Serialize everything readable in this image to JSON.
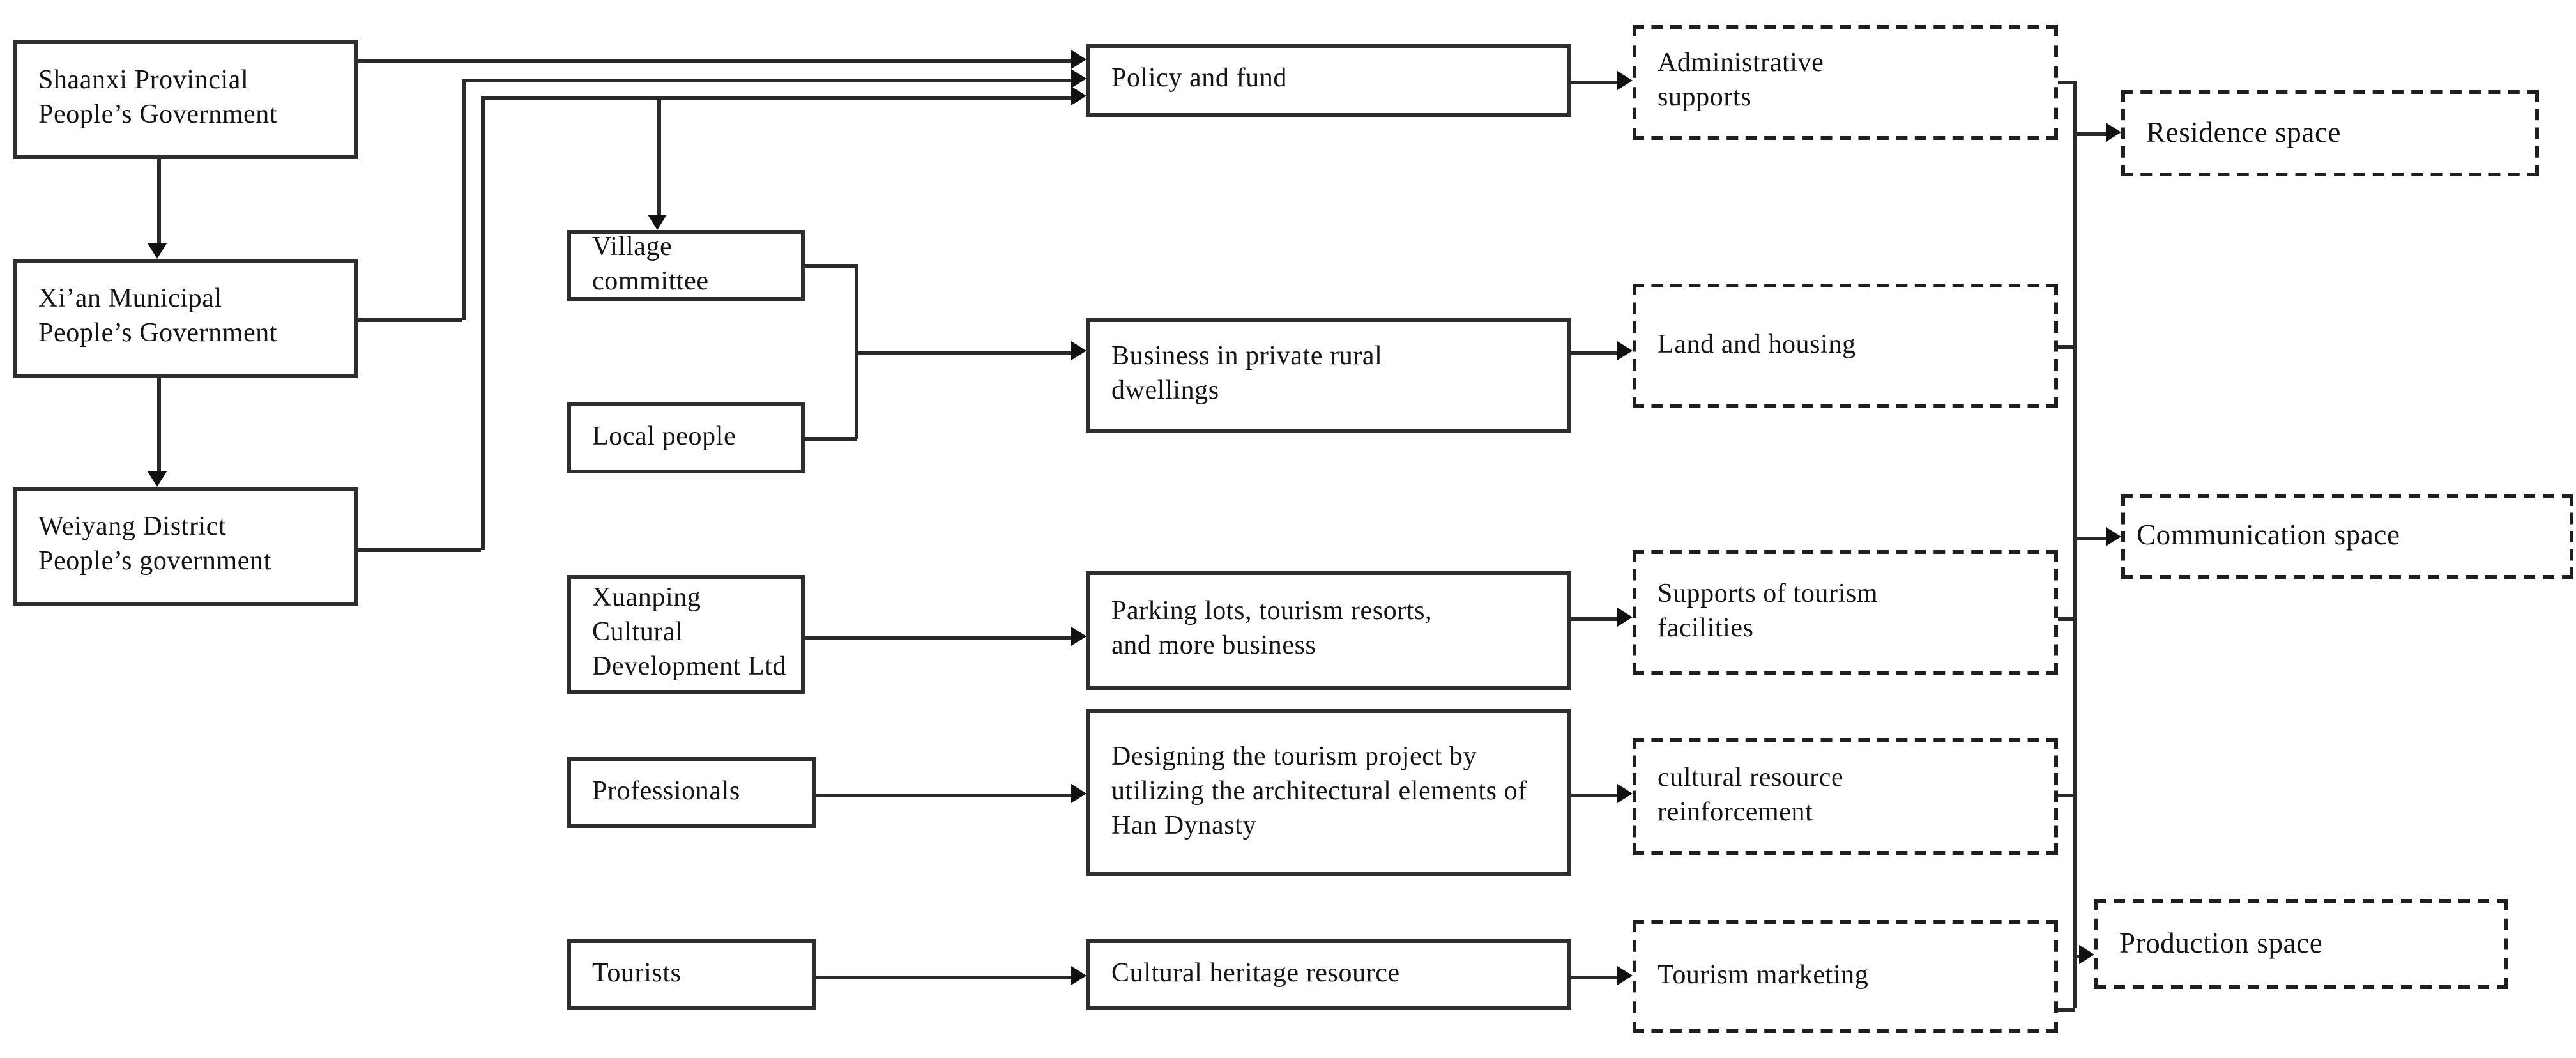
{
  "diagram": {
    "description": "Flowchart of actors, actions, supports and resulting spaces for rural tourism development",
    "nodes": {
      "shaanxi": {
        "label": "Shaanxi Provincial People’s Government"
      },
      "xian": {
        "label": "Xi’an Municipal People’s Government"
      },
      "weiyang": {
        "label": "Weiyang District People’s government"
      },
      "village": {
        "label": "Village committee"
      },
      "local": {
        "label": "Local people"
      },
      "xuanping": {
        "label": "Xuanping Cultural Development Ltd"
      },
      "professionals": {
        "label": "Professionals"
      },
      "tourists": {
        "label": "Tourists"
      },
      "policy": {
        "label": "Policy and fund"
      },
      "business": {
        "label": "Business in private rural dwellings"
      },
      "parking": {
        "label": "Parking lots, tourism resorts, and more business"
      },
      "designing": {
        "label": "Designing the tourism project by utilizing the architectural elements of Han Dynasty"
      },
      "heritage": {
        "label": "Cultural heritage resource"
      },
      "admin": {
        "label": "Administrative supports"
      },
      "land": {
        "label": "Land and housing"
      },
      "supports": {
        "label": "Supports of tourism facilities"
      },
      "cultural": {
        "label": "cultural resource reinforcement"
      },
      "marketing": {
        "label": "Tourism marketing"
      },
      "residence": {
        "label": "Residence space"
      },
      "communication": {
        "label": "Communication space"
      },
      "production": {
        "label": "Production space"
      }
    },
    "edges": [
      {
        "from": "shaanxi",
        "to": "xian"
      },
      {
        "from": "xian",
        "to": "weiyang"
      },
      {
        "from": "shaanxi",
        "to": "policy"
      },
      {
        "from": "xian",
        "to": "policy"
      },
      {
        "from": "weiyang",
        "to": "policy"
      },
      {
        "from": "weiyang",
        "to": "village"
      },
      {
        "from": "village",
        "to": "business"
      },
      {
        "from": "local",
        "to": "business"
      },
      {
        "from": "xuanping",
        "to": "parking"
      },
      {
        "from": "professionals",
        "to": "designing"
      },
      {
        "from": "tourists",
        "to": "heritage"
      },
      {
        "from": "policy",
        "to": "admin"
      },
      {
        "from": "business",
        "to": "land"
      },
      {
        "from": "parking",
        "to": "supports"
      },
      {
        "from": "designing",
        "to": "cultural"
      },
      {
        "from": "heritage",
        "to": "marketing"
      },
      {
        "from": "admin",
        "to": "spaces-trunk"
      },
      {
        "from": "land",
        "to": "spaces-trunk"
      },
      {
        "from": "supports",
        "to": "spaces-trunk"
      },
      {
        "from": "cultural",
        "to": "spaces-trunk"
      },
      {
        "from": "marketing",
        "to": "spaces-trunk"
      },
      {
        "from": "spaces-trunk",
        "to": "residence"
      },
      {
        "from": "spaces-trunk",
        "to": "communication"
      },
      {
        "from": "spaces-trunk",
        "to": "production"
      }
    ],
    "colors": {
      "line": "#2a2a2a",
      "text": "#141414",
      "background": "#ffffff"
    }
  }
}
